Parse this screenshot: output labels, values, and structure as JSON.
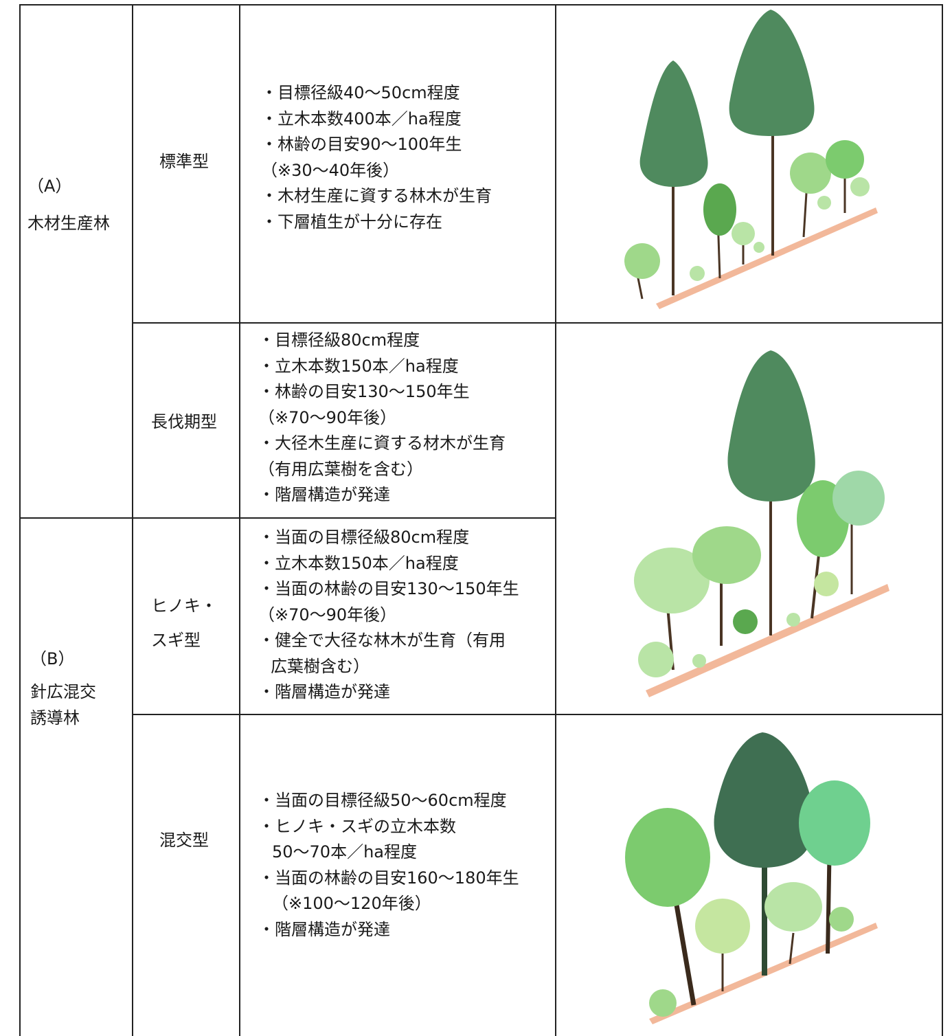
{
  "table": {
    "categories": [
      {
        "label_lines": [
          "（A）",
          "木材生産林"
        ]
      },
      {
        "label_lines": [
          "（B）",
          "針広混交",
          "誘導林"
        ]
      }
    ],
    "rows": [
      {
        "type_lines": [
          "標準型"
        ],
        "details": [
          "・目標径級40～50cm程度",
          "・立木本数400本／ha程度",
          "・林齢の目安90～100年生",
          "（※30～40年後）",
          "・木材生産に資する林木が生育",
          "・下層植生が十分に存在"
        ]
      },
      {
        "type_lines": [
          "長伐期型"
        ],
        "details": [
          "・目標径級80cm程度",
          "・立木本数150本／ha程度",
          "・林齢の目安130～150年生",
          "（※70～90年後）",
          "・大径木生産に資する材木が生育",
          "（有用広葉樹を含む）",
          "・階層構造が発達"
        ]
      },
      {
        "type_lines": [
          "ヒノキ・",
          "スギ型"
        ],
        "details": [
          "・当面の目標径級80cm程度",
          "・立木本数150本／ha程度",
          "・当面の林齢の目安130～150年生",
          "（※70～90年後）",
          "・健全で大径な林木が生育（有用",
          "広葉樹含む）",
          "・階層構造が発達"
        ]
      },
      {
        "type_lines": [
          "混交型"
        ],
        "details": [
          "・当面の目標径級50～60cm程度",
          "・ヒノキ・スギの立木本数",
          "50～70本／ha程度",
          "・当面の林齢の目安160～180年生",
          "（※100～120年後）",
          "・階層構造が発達"
        ]
      }
    ]
  },
  "illustrations": {
    "ground_color": "#f2b89a",
    "conifer_color": "#4f8a5e",
    "conifer_dark_color": "#3f6f52",
    "broadleaf_colors": [
      "#9fd88a",
      "#7ccb6e",
      "#b9e4a6",
      "#6fc96f",
      "#5aa84f",
      "#c5e6a0"
    ],
    "trunk_color": "#4a3524"
  }
}
